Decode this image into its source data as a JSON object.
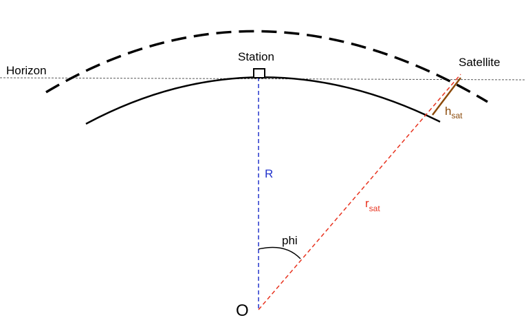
{
  "labels": {
    "horizon": "Horizon",
    "station": "Station",
    "satellite": "Satellite",
    "earth_radius": "R",
    "sat_distance": "r",
    "sat_distance_sub": "sat",
    "sat_height": "h",
    "sat_height_sub": "sat",
    "angle": "phi",
    "origin": "O"
  },
  "colors": {
    "earth_radius": "#2233cc",
    "sat_distance": "#e8331f",
    "sat_height": "#8b4a0a",
    "outline": "#000000",
    "horizon_line": "#555555"
  }
}
